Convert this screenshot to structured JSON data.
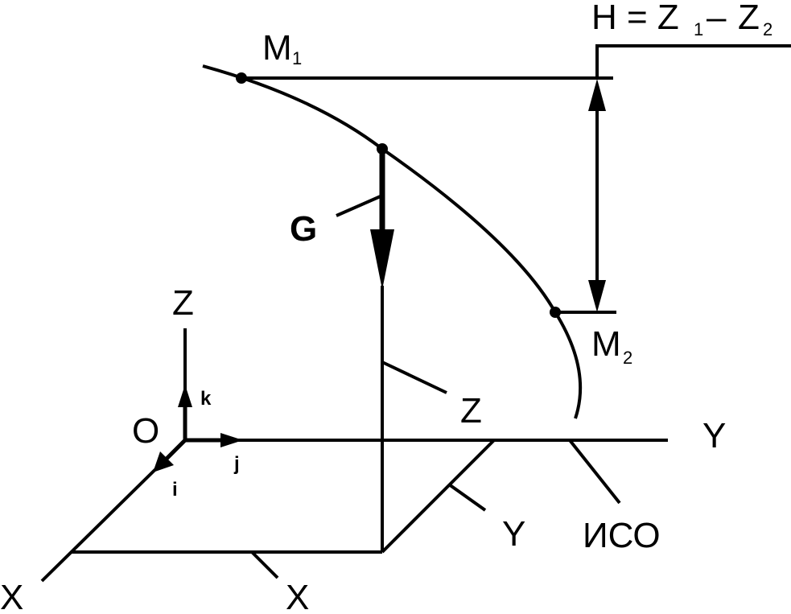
{
  "labels": {
    "formula_h": "H = Z",
    "formula_sub1": "1",
    "formula_minus": "–",
    "formula_z": "Z",
    "formula_sub2": "2",
    "m1": "M",
    "m1_sub": "1",
    "m2": "M",
    "m2_sub": "2",
    "g": "G",
    "z_axis": "Z",
    "z_vertical": "Z",
    "y_axis": "Y",
    "y_diag": "Y",
    "x_axis": "X",
    "x_edge": "X",
    "origin": "O",
    "unit_i": "i",
    "unit_j": "j",
    "unit_k": "k",
    "frame": "ИСО"
  },
  "colors": {
    "ink": "#000000",
    "background": "#ffffff"
  }
}
